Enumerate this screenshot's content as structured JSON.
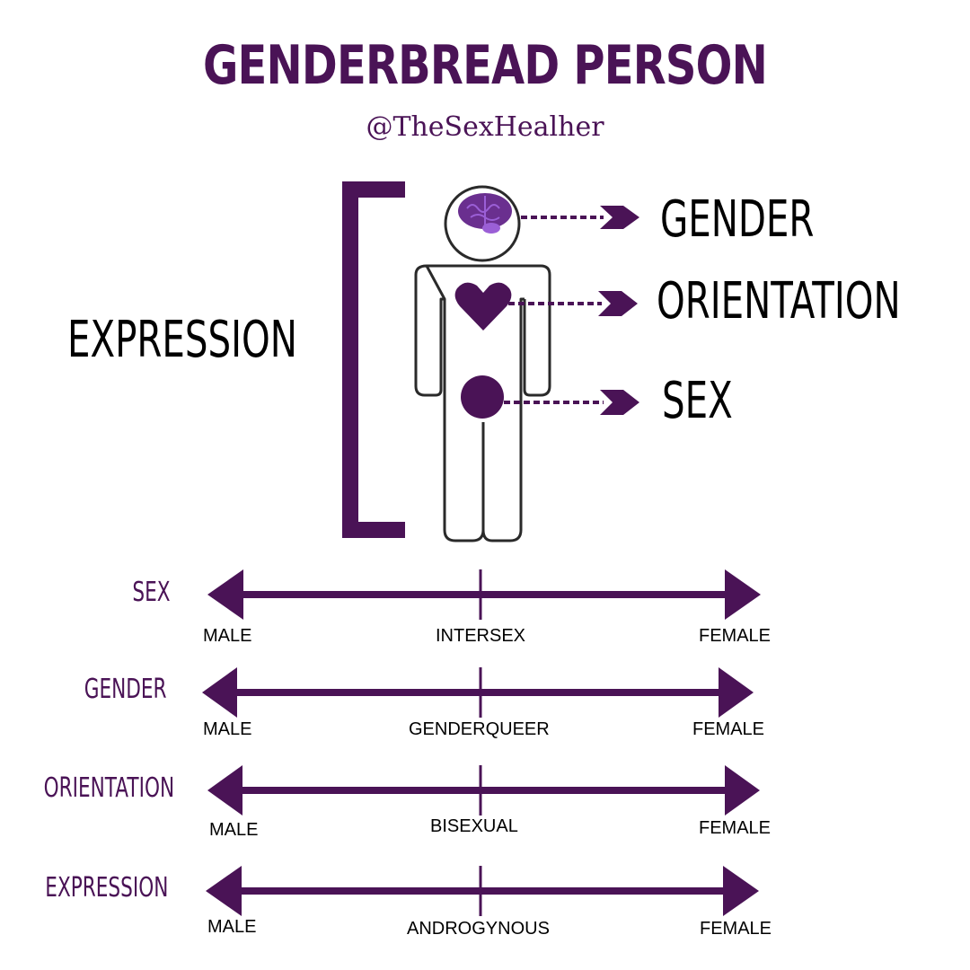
{
  "title": "GENDERBREAD PERSON",
  "handle": "@TheSexHealher",
  "colors": {
    "accent": "#4a1356",
    "brain": "#6a2f8f",
    "brain_light": "#9b5fd6",
    "outline": "#2a2a2a"
  },
  "figure_labels": {
    "expression": "EXPRESSION",
    "gender": "GENDER",
    "orientation": "ORIENTATION",
    "sex": "SEX"
  },
  "scales": [
    {
      "name": "SEX",
      "left": "MALE",
      "middle": "INTERSEX",
      "right": "FEMALE"
    },
    {
      "name": "GENDER",
      "left": "MALE",
      "middle": "GENDERQUEER",
      "right": "FEMALE"
    },
    {
      "name": "ORIENTATION",
      "left": "MALE",
      "middle": "BISEXUAL",
      "right": "FEMALE"
    },
    {
      "name": "EXPRESSION",
      "left": "MALE",
      "middle": "ANDROGYNOUS",
      "right": "FEMALE"
    }
  ]
}
